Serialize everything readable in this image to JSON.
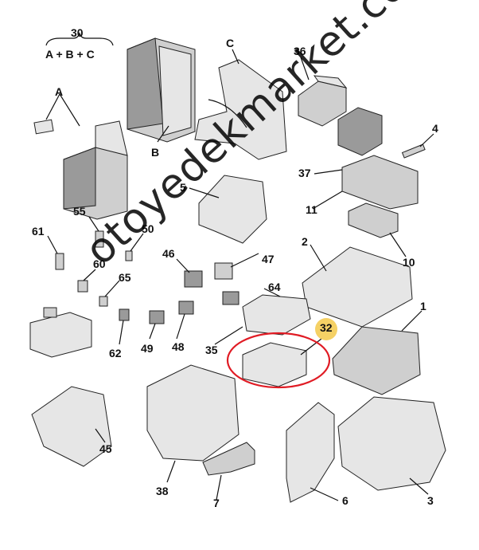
{
  "diagram": {
    "header_number": "30",
    "header_formula": "A + B + C",
    "labels": [
      "A",
      "B",
      "C",
      "36",
      "4",
      "37",
      "11",
      "5",
      "55",
      "50",
      "61",
      "60",
      "46",
      "47",
      "65",
      "64",
      "2",
      "10",
      "1",
      "32",
      "35",
      "62",
      "49",
      "48",
      "45",
      "38",
      "7",
      "6",
      "3"
    ],
    "highlight_label": "32",
    "highlight_color": "#f3c94a",
    "ring_color": "#e01b24"
  },
  "watermark": "otoyedekmarket.com"
}
